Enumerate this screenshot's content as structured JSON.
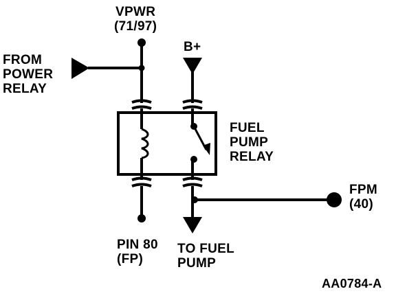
{
  "labels": {
    "vpwr": [
      "VPWR",
      "(71/97)"
    ],
    "from_power_relay": [
      "FROM",
      "POWER",
      "RELAY"
    ],
    "b_plus": "B+",
    "fuel_pump_relay": [
      "FUEL",
      "PUMP",
      "RELAY"
    ],
    "fpm": [
      "FPM",
      "(40)"
    ],
    "pin80": [
      "PIN 80",
      "(FP)"
    ],
    "to_fuel_pump": [
      "TO FUEL",
      "PUMP"
    ],
    "figure_id": "AA0784-A"
  },
  "colors": {
    "ink": "#000000",
    "paper": "#ffffff"
  }
}
